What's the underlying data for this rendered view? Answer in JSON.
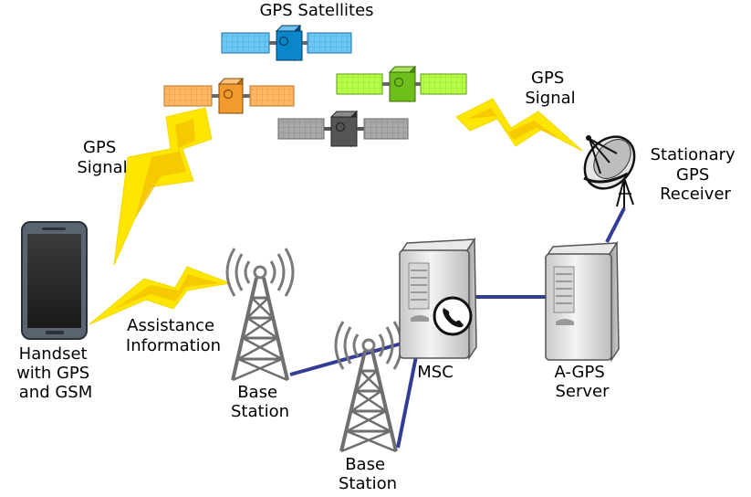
{
  "title": "GPS Satellites",
  "labels": {
    "gps_signal_left": [
      "GPS",
      "Signal"
    ],
    "gps_signal_right": [
      "GPS",
      "Signal"
    ],
    "receiver": [
      "Stationary",
      "GPS",
      "Receiver"
    ],
    "handset": [
      "Handset",
      "with GPS",
      "and GSM"
    ],
    "assistance": [
      "Assistance",
      "Information"
    ],
    "base_station_1": [
      "Base",
      "Station"
    ],
    "base_station_2": [
      "Base",
      "Station"
    ],
    "msc": "MSC",
    "agps_server": [
      "A-GPS",
      "Server"
    ]
  },
  "colors": {
    "sat_blue": "#0a86c9",
    "sat_orange": "#f29a2e",
    "sat_green": "#6dbf1b",
    "sat_gray": "#555555",
    "link_blue": "#343d96",
    "signal_yellow": "#ffe600"
  }
}
